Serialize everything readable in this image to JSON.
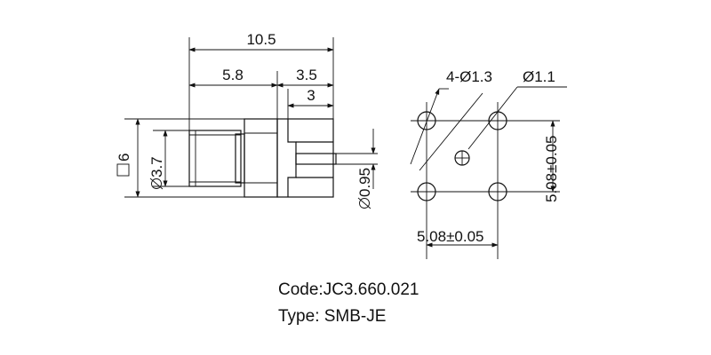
{
  "side_view": {
    "dim_overall_length": "10.5",
    "dim_body_length": "5.8",
    "dim_right_part": "3.5",
    "dim_right_inner": "3",
    "dim_square": "6",
    "dim_diameter_body": "3.7",
    "dim_pin_diameter": "0.95"
  },
  "footprint": {
    "dim_holes": "4-Ø1.3",
    "dim_center_hole": "Ø1.1",
    "dim_vertical_pitch": "5.08±0.05",
    "dim_horizontal_pitch": "5.08±0.05"
  },
  "caption": {
    "code": "Code:JC3.660.021",
    "type": "Type: SMB-JE"
  }
}
